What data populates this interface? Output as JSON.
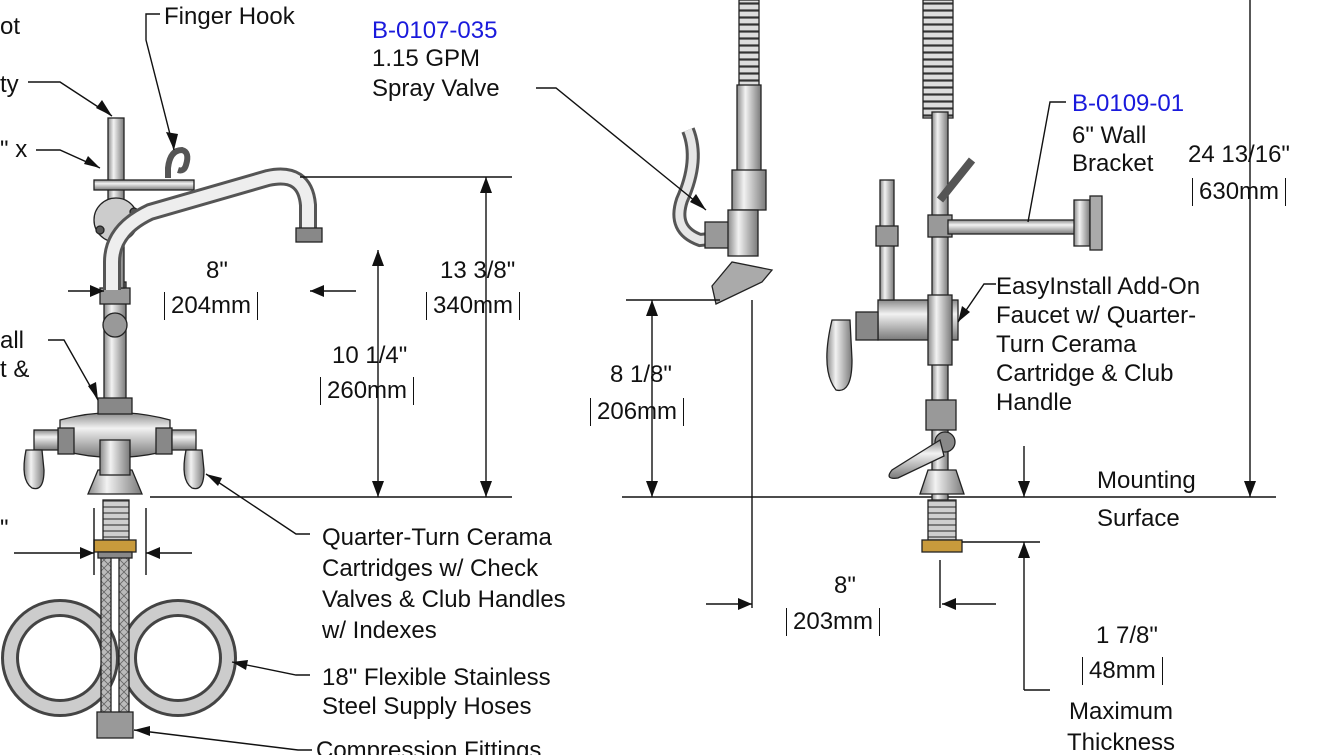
{
  "labels": {
    "frag_ot": "ot",
    "frag_ty": "ty",
    "frag_x": "\" x",
    "frag_all": "all",
    "frag_amp": "t &",
    "frag_quote": "\"",
    "finger_hook": "Finger Hook",
    "b0107_code": "B-0107-035",
    "b0107_desc": "1.15 GPM\nSpray Valve",
    "b0109_code": "B-0109-01",
    "b0109_desc": "6\" Wall\nBracket",
    "easyinstall": "EasyInstall Add-On\nFaucet w/ Quarter-\nTurn Cerama\nCartridge & Club\nHandle",
    "mounting": "Mounting\nSurface",
    "quarter_turn": "Quarter-Turn Cerama\nCartridges w/ Check\nValves & Club Handles\nw/ Indexes",
    "hoses": "18\" Flexible Stainless\nSteel Supply Hoses",
    "compression": "Compression Fittings",
    "max_thickness": "Maximum\nThickness"
  },
  "dims": {
    "d8a_in": "8\"",
    "d8a_mm": "204mm",
    "d13_in": "13 3/8\"",
    "d13_mm": "340mm",
    "d10_in": "10 1/4\"",
    "d10_mm": "260mm",
    "d8b_in": "8 1/8\"",
    "d8b_mm": "206mm",
    "d24_in": "24 13/16\"",
    "d24_mm": "630mm",
    "d8c_in": "8\"",
    "d8c_mm": "203mm",
    "d1_in": "1 7/8\"",
    "d1_mm": "48mm"
  },
  "colors": {
    "code_blue": "#1a1adc",
    "line": "#111111",
    "metal_light": "#e6e6e6",
    "metal_mid": "#bdbdbd",
    "metal_dark": "#7a7a7a",
    "brass": "#c89a3c"
  }
}
